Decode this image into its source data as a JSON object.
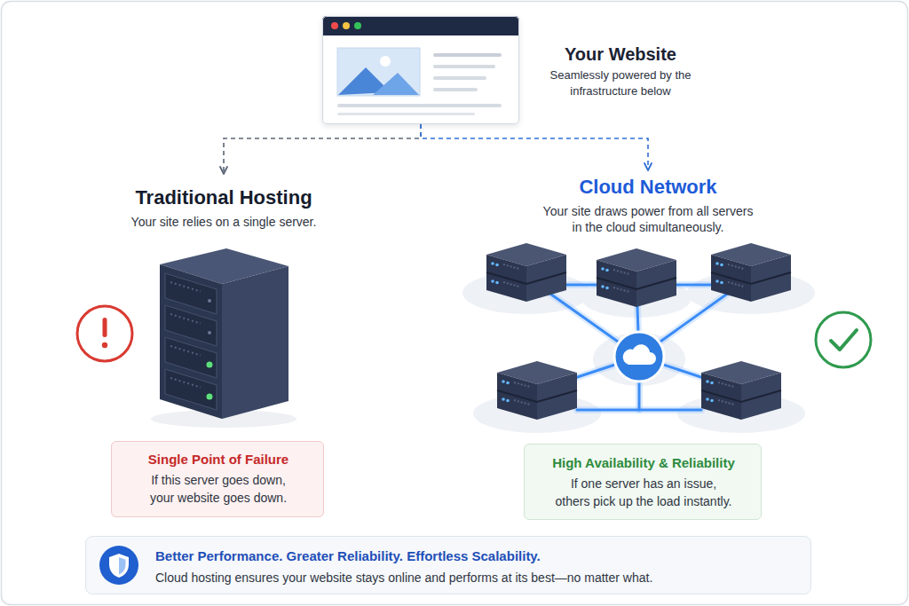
{
  "diagram": {
    "nodes": [
      {
        "text": [
          "Your Website",
          "Seamlessly powered by the infrastructure below"
        ]
      },
      {
        "text": [
          "Traditional Hosting",
          "Your site relies on a single server."
        ]
      },
      {
        "text": [
          "Cloud Network",
          "Your site draws power from all servers in the cloud simultaneously."
        ]
      },
      {
        "text": [
          "Single Point of Failure",
          "If this server goes down, your website goes down."
        ]
      },
      {
        "text": [
          "High Availability & Reliability",
          "If one server has an issue, others pick up the load instantly."
        ]
      },
      {
        "text": [
          "Better Performance. Greater Reliability. Effortless Scalability.",
          "Cloud hosting ensures your website stays online and performs at its best—no matter what."
        ]
      }
    ],
    "edges": [
      {
        "from": 0,
        "to": 1,
        "arrow": "to"
      },
      {
        "from": 0,
        "to": 2,
        "arrow": "to"
      }
    ]
  }
}
